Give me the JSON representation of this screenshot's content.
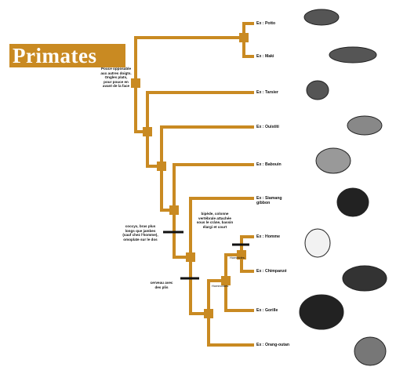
{
  "title": "Primates",
  "notes": {
    "thumb": "Pouce opposable aux autres doigts. Ongles plats, pour pouce en avant de la face",
    "coccyx": "coccyx, bras plus longs que jambes (sauf chez l'homme), omoplate sur le dos",
    "bipede": "bipède, colonne vertébrale attachée sous le crâne, bassin élargi et court",
    "cerveau": "cerveau avec des plis"
  },
  "leaves": [
    {
      "label": "Ex : Potto"
    },
    {
      "label": "Ex : Maki"
    },
    {
      "label": "Ex : Tarsier"
    },
    {
      "label": "Ex : Ouistiti"
    },
    {
      "label": "Ex : Babouin"
    },
    {
      "label": "Ex : Siamang gibbon"
    },
    {
      "label": "Ex : Homme"
    },
    {
      "label": "Ex : Chimpanzé"
    },
    {
      "label": "Ex : Gorille"
    },
    {
      "label": "Ex : Orang-outan"
    }
  ],
  "colors": {
    "branch": "#c98a22",
    "node": "#c98a22",
    "marker": "#111111"
  }
}
